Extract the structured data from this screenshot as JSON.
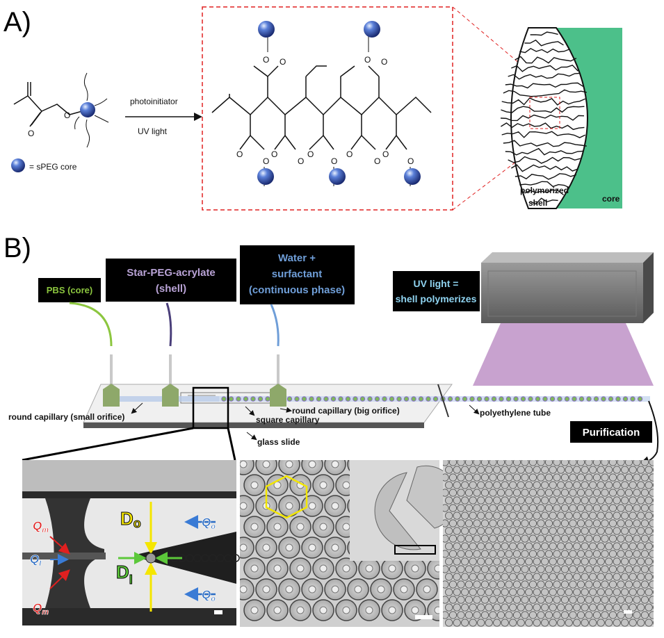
{
  "panel_a": {
    "label": "A)",
    "reaction_top": "photoinitiator",
    "reaction_bottom": "UV light",
    "legend": "= sPEG core",
    "shell_label_1": "polymerized",
    "shell_label_2": "shell",
    "core_label": "core",
    "colors": {
      "bead": "#2f4fb0",
      "dashed_box": "#e02020",
      "core": "#4cc08a"
    }
  },
  "panel_b": {
    "label": "B)",
    "inputs": [
      {
        "lines": [
          "PBS (core)"
        ],
        "color": "#8cc63f"
      },
      {
        "lines": [
          "Star-PEG-acrylate",
          "(shell)"
        ],
        "color": "#b9a3d6"
      },
      {
        "lines": [
          "Water +",
          "surfactant",
          "(continuous phase)"
        ],
        "color": "#6f9ed8"
      }
    ],
    "uv_box": {
      "lines": [
        "UV light =",
        "shell polymerizes"
      ],
      "color": "#8fd3f0"
    },
    "device_labels": {
      "round_small": "round capillary (small orifice)",
      "square": "square capillary",
      "round_big": "round capillary (big orifice)",
      "glass": "glass slide",
      "tube": "polyethylene tube"
    },
    "purification": "Purification",
    "micrograph_labels": {
      "qm": "Q",
      "qm_sub": "m",
      "qi": "Q",
      "qi_sub": "I",
      "qo": "Q",
      "qo_sub": "o",
      "do": "D",
      "do_sub": "o",
      "di": "D",
      "di_sub": "I"
    }
  }
}
